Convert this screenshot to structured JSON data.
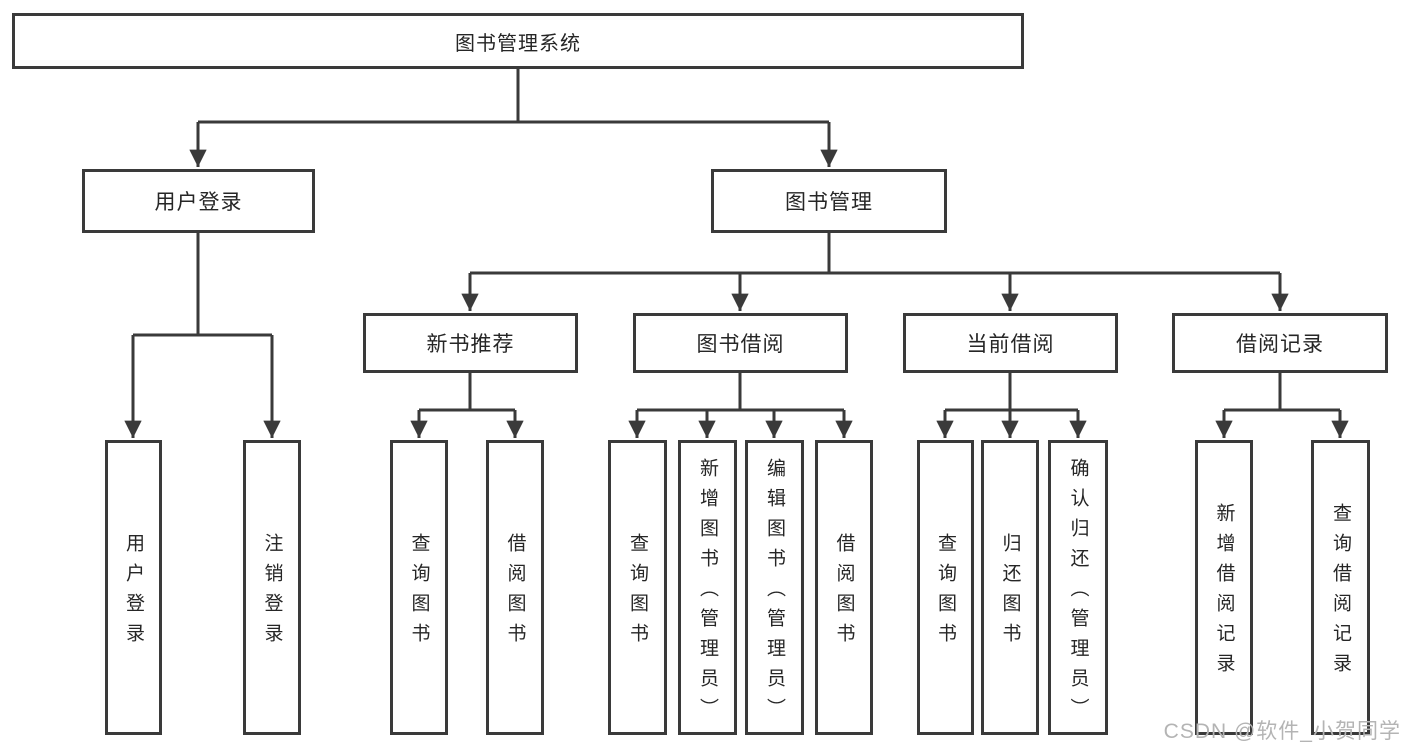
{
  "tree": {
    "root": "图书管理系统",
    "level2": [
      {
        "id": "user-login",
        "label": "用户登录"
      },
      {
        "id": "book-management",
        "label": "图书管理"
      }
    ],
    "level3": [
      {
        "id": "new-book-recommend",
        "label": "新书推荐"
      },
      {
        "id": "book-borrow",
        "label": "图书借阅"
      },
      {
        "id": "current-borrow",
        "label": "当前借阅"
      },
      {
        "id": "borrow-record",
        "label": "借阅记录"
      }
    ],
    "leaves": {
      "user_login": [
        "用户登录",
        "注销登录"
      ],
      "new_book": [
        "查询图书",
        "借阅图书"
      ],
      "book_borrow": [
        "查询图书",
        "新增图书（管理员）",
        "编辑图书（管理员）",
        "借阅图书"
      ],
      "current_borrow": [
        "查询图书",
        "归还图书",
        "确认归还（管理员）"
      ],
      "borrow_record": [
        "新增借阅记录",
        "查询借阅记录"
      ]
    }
  },
  "watermark": "CSDN @软件_小贺同学",
  "colors": {
    "line": "#3a3a3a",
    "box_border": "#3a3a3a",
    "text": "#262626",
    "watermark": "#b4b4b4",
    "background": "#ffffff"
  }
}
